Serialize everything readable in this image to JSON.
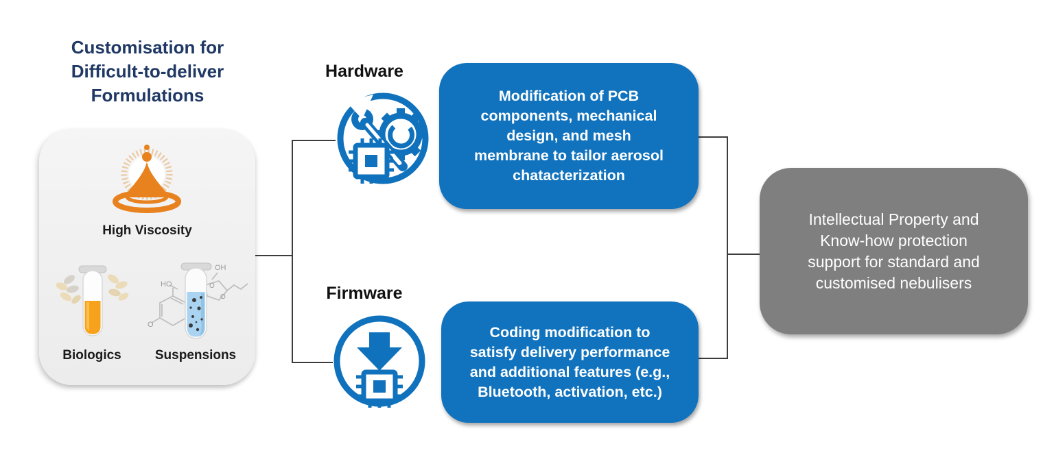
{
  "colors": {
    "accent_blue": "#1173BE",
    "outcome_gray": "#7F7F7F",
    "panel_gray": "#F1F1F1",
    "title_navy": "#1F3864",
    "connector": "#3C3C3C",
    "icon_orange": "#E8821E",
    "suspension_liquid_blue": "#A9D3F0",
    "biologic_liquid_orange": "#F7A21C"
  },
  "title": {
    "text": "Customisation for\nDifficult-to-deliver\nFormulations"
  },
  "formulation_panel": {
    "items": [
      {
        "label": "High Viscosity",
        "icon": "viscosity-droplet-icon"
      },
      {
        "label": "Biologics",
        "icon": "biologics-test-tube-icon"
      },
      {
        "label": "Suspensions",
        "icon": "suspensions-test-tube-icon"
      }
    ]
  },
  "branches": [
    {
      "label": "Hardware",
      "icon": "hardware-wrench-gear-chip-icon",
      "box_text": "Modification of PCB\ncomponents, mechanical\ndesign, and mesh\nmembrane to tailor aerosol\nchatacterization"
    },
    {
      "label": "Firmware",
      "icon": "firmware-download-chip-icon",
      "box_text": "Coding modification to\nsatisfy delivery performance\nand additional features (e.g.,\nBluetooth, activation, etc.)"
    }
  ],
  "outcome_box": {
    "text": "Intellectual Property and\nKnow-how protection\nsupport for standard and\ncustomised nebulisers"
  },
  "molecule_labels": {
    "oh": "OH",
    "ho": "HO",
    "o": "O",
    "ring_o1": "O",
    "ring_o2": "O"
  }
}
